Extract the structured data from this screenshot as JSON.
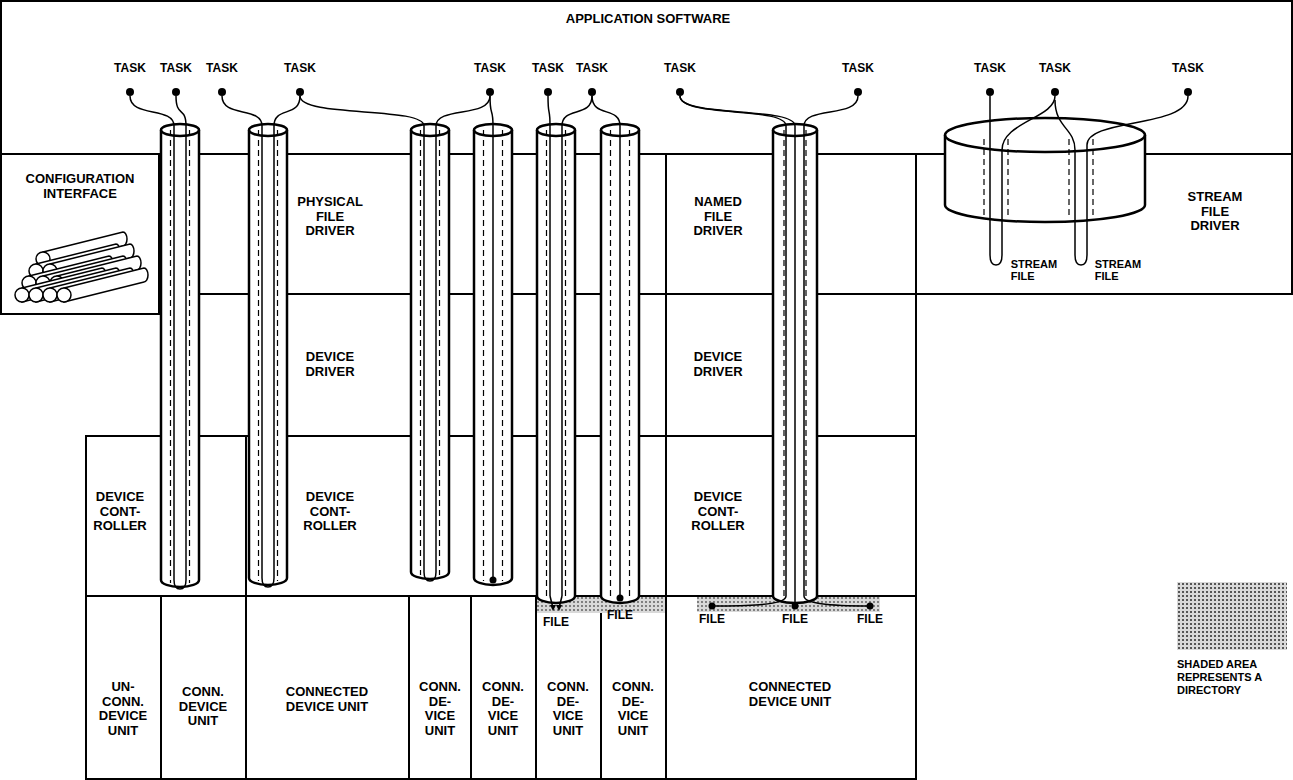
{
  "diagram": {
    "nodes": [
      {
        "text": [
          "APPLICATION SOFTWARE"
        ]
      },
      {
        "text": [
          "CONFIGURATION INTERFACE"
        ]
      },
      {
        "text": [
          "PHYSICAL FILE DRIVER"
        ]
      },
      {
        "text": [
          "NAMED FILE DRIVER"
        ]
      },
      {
        "text": [
          "STREAM FILE DRIVER"
        ]
      },
      {
        "text": [
          "DEVICE DRIVER"
        ]
      },
      {
        "text": [
          "DEVICE DRIVER"
        ]
      },
      {
        "text": [
          "DEVICE CONT- ROLLER"
        ]
      },
      {
        "text": [
          "DEVICE CONT- ROLLER"
        ]
      },
      {
        "text": [
          "DEVICE CONT- ROLLER"
        ]
      },
      {
        "text": [
          "UN- CONN. DEVICE UNIT"
        ]
      },
      {
        "text": [
          "CONN. DEVICE UNIT"
        ]
      },
      {
        "text": [
          "CONNECTED DEVICE UNIT"
        ]
      },
      {
        "text": [
          "CONN. DE- VICE UNIT"
        ]
      },
      {
        "text": [
          "CONN. DE- VICE UNIT"
        ]
      },
      {
        "text": [
          "CONN. DE- VICE UNIT"
        ]
      },
      {
        "text": [
          "CONN. DE- VICE UNIT"
        ]
      },
      {
        "text": [
          "CONNECTED DEVICE UNIT"
        ]
      }
    ],
    "labels": [
      "TASK",
      "TASK",
      "TASK",
      "TASK",
      "TASK",
      "TASK",
      "TASK",
      "TASK",
      "TASK",
      "TASK",
      "TASK",
      "TASK",
      "STREAM FILE",
      "STREAM FILE",
      "FILE",
      "FILE",
      "FILE",
      "FILE",
      "FILE"
    ],
    "legend": [
      {
        "text": "SHADED AREA REPRESENTS A DIRECTORY",
        "color": "#d9d9d9"
      }
    ]
  }
}
